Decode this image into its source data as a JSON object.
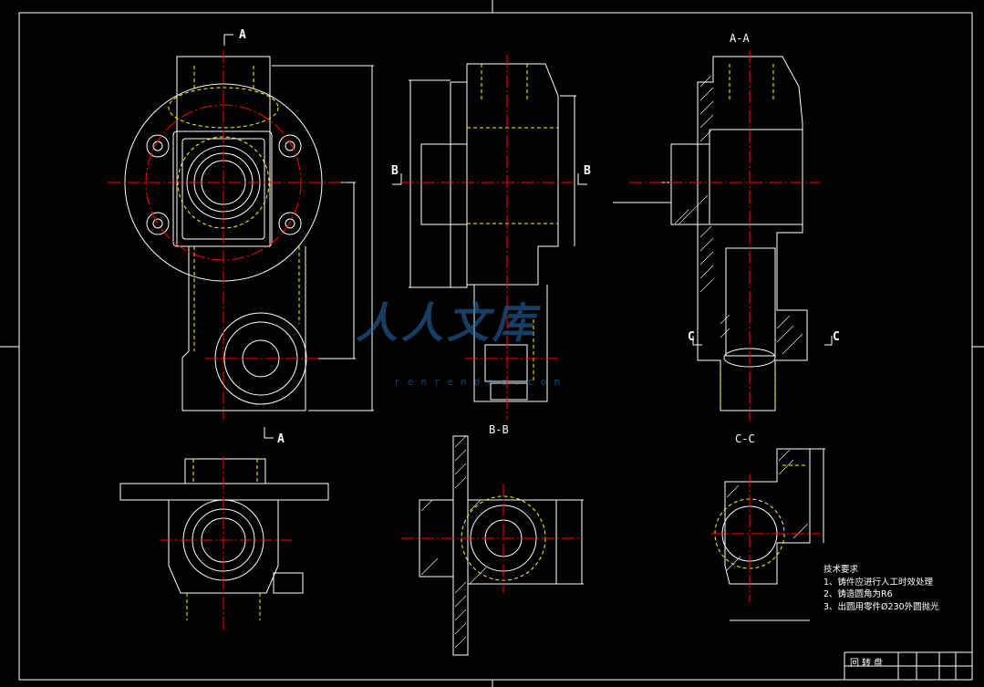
{
  "views": {
    "section_a_top": "A",
    "section_a_bottom": "A",
    "section_b_left": "B",
    "section_b_right": "B",
    "section_c_left": "C",
    "section_c_right": "C",
    "view_aa": "A-A",
    "view_bb": "B-B",
    "view_cc": "C-C"
  },
  "notes": {
    "title": "技术要求",
    "items": [
      "1、铸件应进行人工时效处理",
      "2、铸造圆角为R6",
      "3、出圆用零件Ø230外圆抛光"
    ]
  },
  "title_block": {
    "name": "回转盘"
  },
  "watermark": {
    "text": "人人文库",
    "url": "renrendoc.com"
  },
  "colors": {
    "background": "#000000",
    "outline": "#ffffff",
    "hidden": "#ffff00",
    "center": "#ff0000",
    "hatch": "#ffffff",
    "watermark": "#2b6fb5"
  }
}
